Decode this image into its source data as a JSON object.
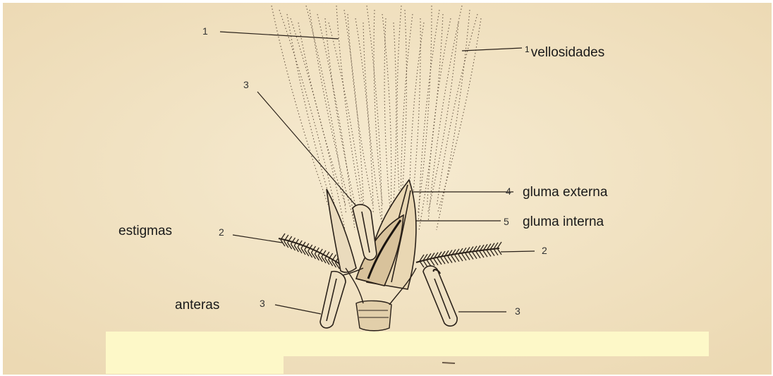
{
  "labels": {
    "hairs_top": "1",
    "hairs_right_num": "1",
    "hairs_right_word": "vellosidades",
    "anther_upper": "3",
    "outer_glume_num": "4",
    "outer_glume_word": "gluma externa",
    "inner_glume_num": "5",
    "inner_glume_word": "gluma interna",
    "stigmas_word": "estigmas",
    "stigmas_left_num": "2",
    "stigmas_right_num": "2",
    "anthers_word": "anteras",
    "anthers_left_num": "3",
    "anthers_right_num": "3"
  },
  "colors": {
    "paper": "#f4e7c9",
    "paper_edge": "#efdcb6",
    "ink": "#2a2119",
    "label_box": "#fdf8c8"
  }
}
